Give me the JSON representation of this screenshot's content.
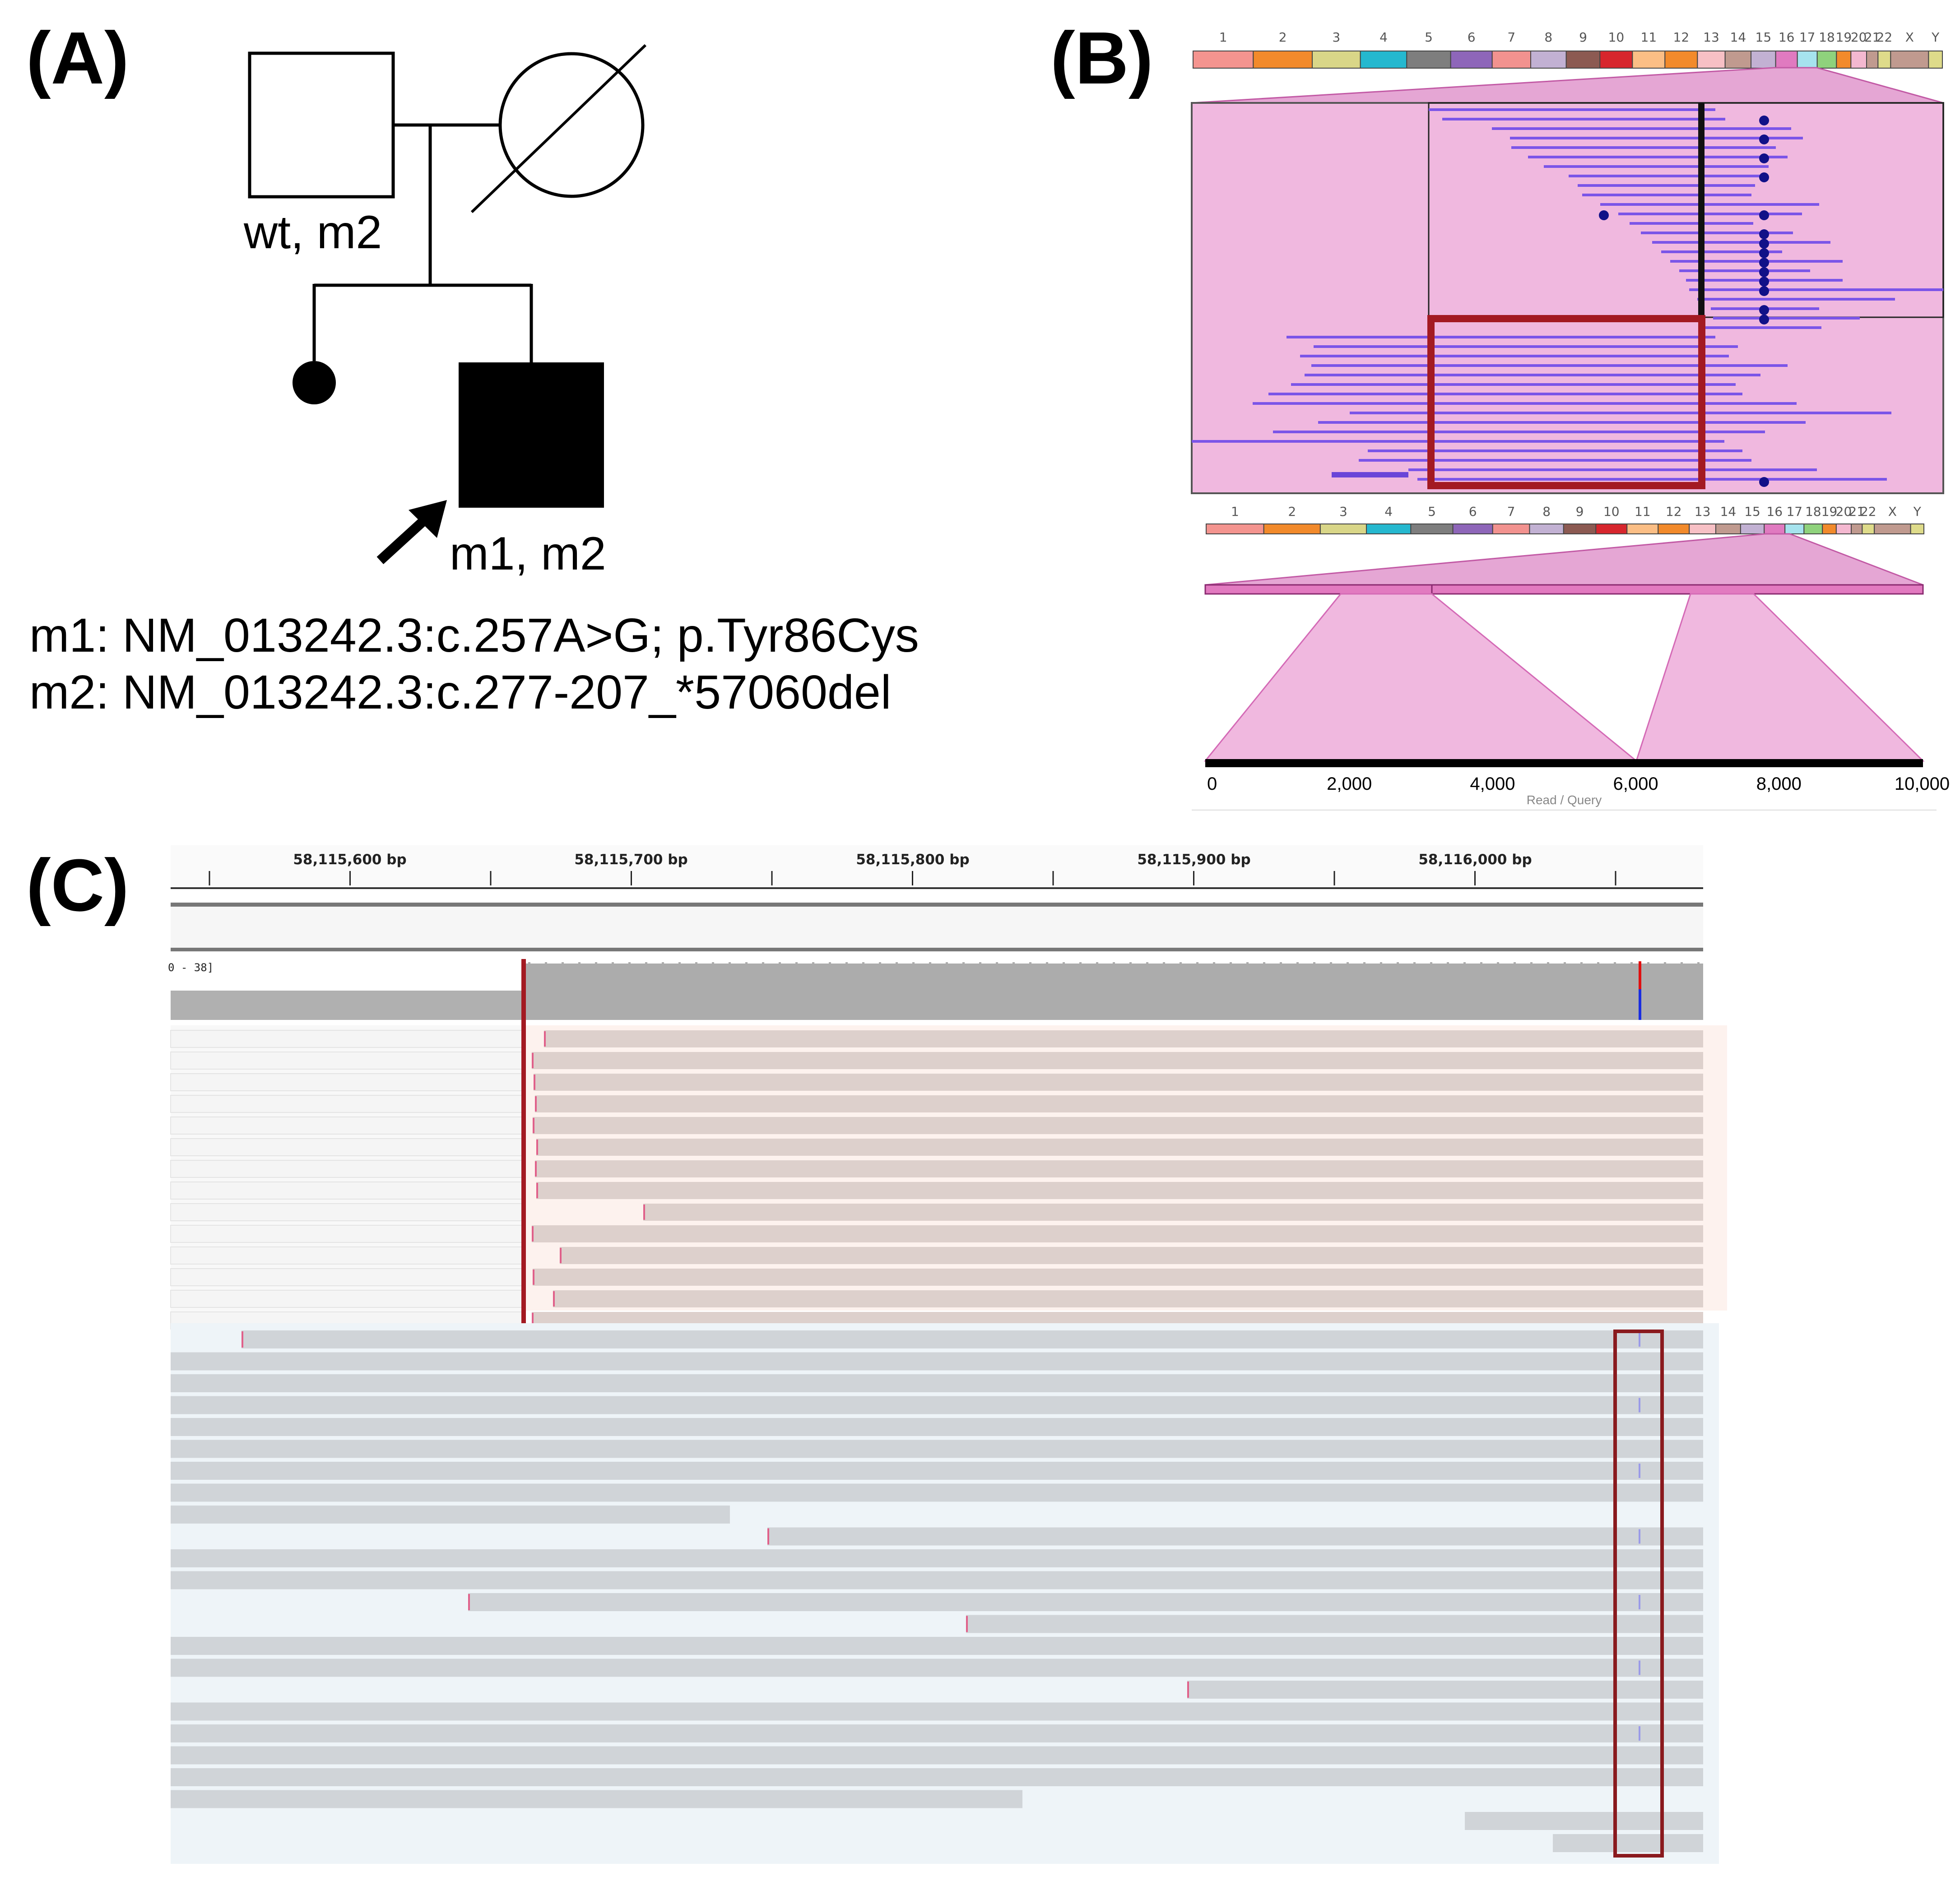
{
  "panels": {
    "a": {
      "label": "(A)",
      "father_genotype": "wt, m2",
      "proband_genotype": "m1, m2",
      "mutations": [
        "m1: NM_013242.3:c.257A>G; p.Tyr86Cys",
        "m2: NM_013242.3:c.277-207_*57060del"
      ]
    },
    "b": {
      "label": "(B)",
      "chromosomes": [
        "1",
        "2",
        "3",
        "4",
        "5",
        "6",
        "7",
        "8",
        "9",
        "10",
        "11",
        "12",
        "13",
        "14",
        "15",
        "16",
        "17",
        "18",
        "19",
        "20",
        "21",
        "22",
        "X",
        "Y"
      ],
      "chromosome_colors": [
        "#f4948f",
        "#f28a2b",
        "#d9d688",
        "#25b8cf",
        "#7e7e7e",
        "#8e66b9",
        "#f2928f",
        "#c2b1d3",
        "#8c5a52",
        "#d7262d",
        "#fbbe85",
        "#f28a2b",
        "#f7c0c5",
        "#c09a8f",
        "#c2b1d3",
        "#e07ac0",
        "#a6e3ee",
        "#8fd27c",
        "#f28a2b",
        "#f4b8d0",
        "#c09a8f",
        "#dedb8a",
        "#c09a8f",
        "#dedb8a"
      ],
      "x_ticks": [
        "0",
        "2,000",
        "4,000",
        "6,000",
        "8,000",
        "10,000"
      ],
      "x_axis_title": "Read / Query"
    },
    "c": {
      "label": "(C)",
      "bp_labels": [
        "58,115,600 bp",
        "58,115,700 bp",
        "58,115,800 bp",
        "58,115,900 bp",
        "58,116,000 bp"
      ],
      "coverage_range": "0 - 38]"
    }
  },
  "colors": {
    "highlight_box": "#a31a22",
    "read_line": "#7b55e8",
    "magenta_band": "#e27ac0",
    "pink_fill": "#f0b8df"
  },
  "icons": [
    "pedigree-male-square",
    "pedigree-female-circle",
    "proband-arrow-icon"
  ]
}
